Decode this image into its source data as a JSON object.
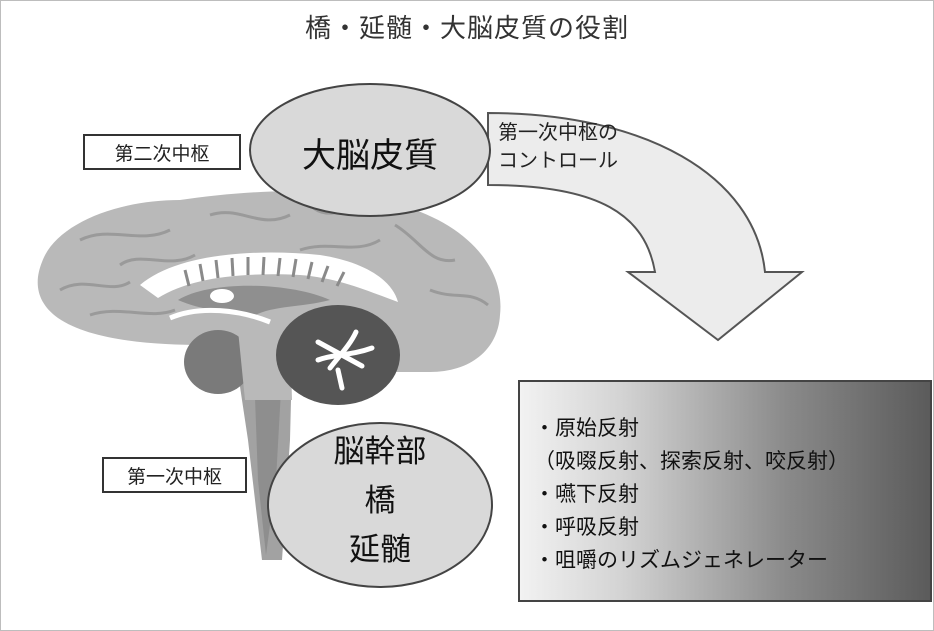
{
  "title": "橋・延髄・大脳皮質の役割",
  "labels": {
    "secondary_center": "第二次中枢",
    "primary_center": "第一次中枢"
  },
  "cortex": {
    "label": "大脳皮質"
  },
  "brainstem": {
    "lines": [
      "脳幹部",
      "橋",
      "延髄"
    ]
  },
  "arrow": {
    "lines": [
      "第一次中枢の",
      "コントロール"
    ]
  },
  "info": {
    "lines": [
      "・原始反射",
      "（吸啜反射、探索反射、咬反射）",
      "・嚥下反射",
      "・呼吸反射",
      "・咀嚼のリズムジェネレーター"
    ]
  },
  "colors": {
    "brain_light": "#b9b9b9",
    "brain_mid": "#8f8f8f",
    "brain_dark": "#555555",
    "oval_fill": "#d9d9d9",
    "arrow_fill": "#ececec"
  }
}
